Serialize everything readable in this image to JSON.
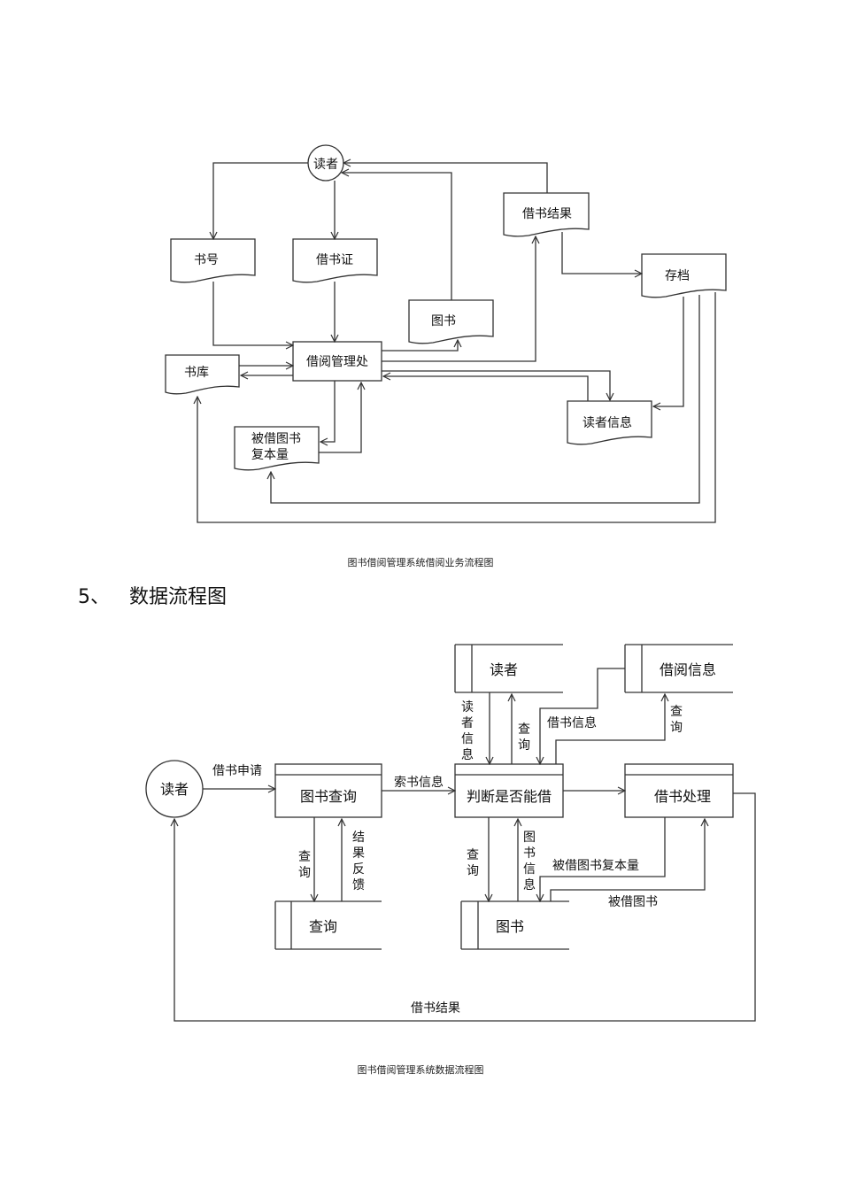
{
  "diagram1": {
    "caption": "图书借阅管理系统借阅业务流程图",
    "nodes": {
      "reader": "读者",
      "book_no": "书号",
      "library_card": "借书证",
      "book": "图书",
      "borrow_result": "借书结果",
      "archive": "存档",
      "office": "借阅管理处",
      "stacks": "书库",
      "reader_info": "读者信息",
      "copies_line1": "被借图书",
      "copies_line2": "复本量"
    }
  },
  "section": {
    "number": "5、",
    "title": "数据流程图"
  },
  "diagram2": {
    "caption": "图书借阅管理系统数据流程图",
    "nodes": {
      "reader_entity": "读者",
      "book_query": "图书查询",
      "judge": "判断是否能借",
      "process_borrow": "借书处理",
      "store_reader": "读者",
      "store_borrow_info": "借阅信息",
      "store_query": "查询",
      "store_books": "图书"
    },
    "flows": {
      "borrow_request": "借书申请",
      "request_info": "索书信息",
      "query_1": [
        "查",
        "询"
      ],
      "result_feedback": [
        "结",
        "果",
        "反",
        "馈"
      ],
      "reader_info": [
        "读",
        "者",
        "信",
        "息"
      ],
      "query_2": [
        "查",
        "询"
      ],
      "borrow_info": "借书信息",
      "query_3": [
        "查",
        "询"
      ],
      "query_4": [
        "查",
        "询"
      ],
      "book_info": [
        "图",
        "书",
        "信",
        "息"
      ],
      "copies": "被借图书复本量",
      "borrowed_book": "被借图书",
      "borrow_result": "借书结果"
    }
  }
}
